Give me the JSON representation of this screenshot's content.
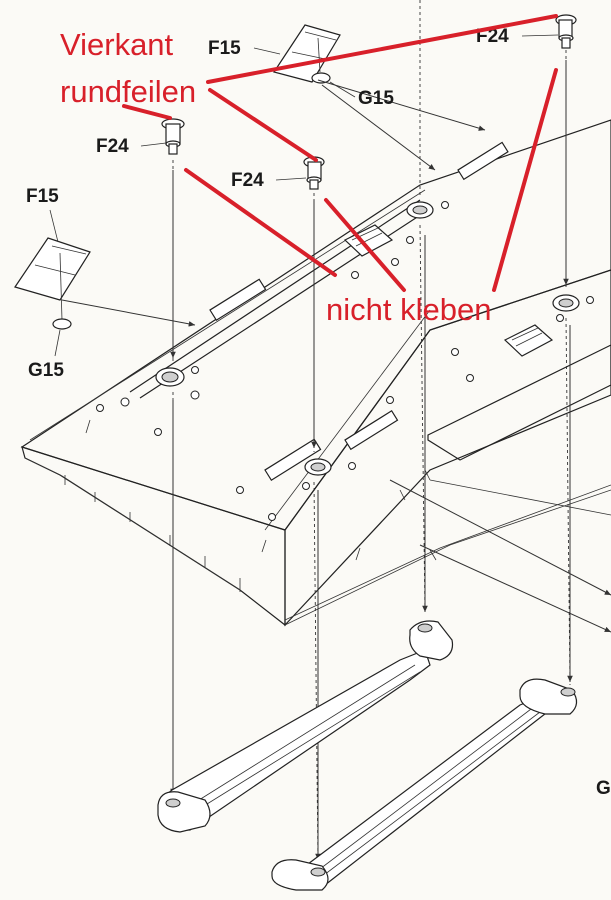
{
  "labels": {
    "f15_top": "F15",
    "g15_top": "G15",
    "f24_left": "F24",
    "f24_center": "F24",
    "f24_right": "F24",
    "f15_left": "F15",
    "g15_left": "G15",
    "g_edge": "G"
  },
  "notes": {
    "vierkant_line1": "Vierkant",
    "vierkant_line2": "rundfeilen",
    "nicht_kleben": "nicht kleben"
  },
  "colors": {
    "annotation": "#d8202a",
    "ink": "#222222",
    "paper": "#fbfaf6"
  }
}
